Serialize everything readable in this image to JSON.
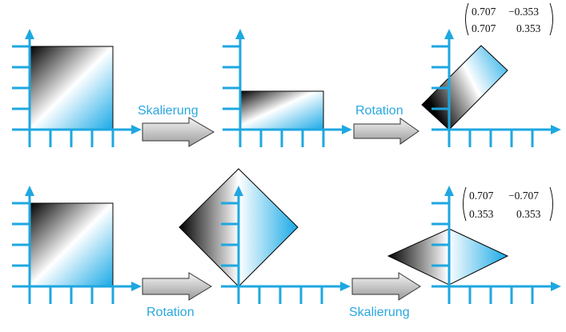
{
  "colors": {
    "axis": "#1ea7e1",
    "label": "#2aa7e0",
    "gradient_dark": "#000000",
    "gradient_light": "#ffffff",
    "gradient_blue": "#19a9e6",
    "arrow_fill_light": "#f2f2f2",
    "arrow_fill_dark": "#9a9a9a"
  },
  "top_row": {
    "step1_label": "Skalierung",
    "step2_label": "Rotation",
    "matrix": {
      "r1c1": "0.707",
      "r1c2": "−0.353",
      "r2c1": "0.707",
      "r2c2": "0.353"
    }
  },
  "bottom_row": {
    "step1_label": "Rotation",
    "step2_label": "Skalierung",
    "matrix": {
      "r1c1": "0.707",
      "r1c2": "−0.707",
      "r2c1": "0.353",
      "r2c2": "0.353"
    }
  }
}
